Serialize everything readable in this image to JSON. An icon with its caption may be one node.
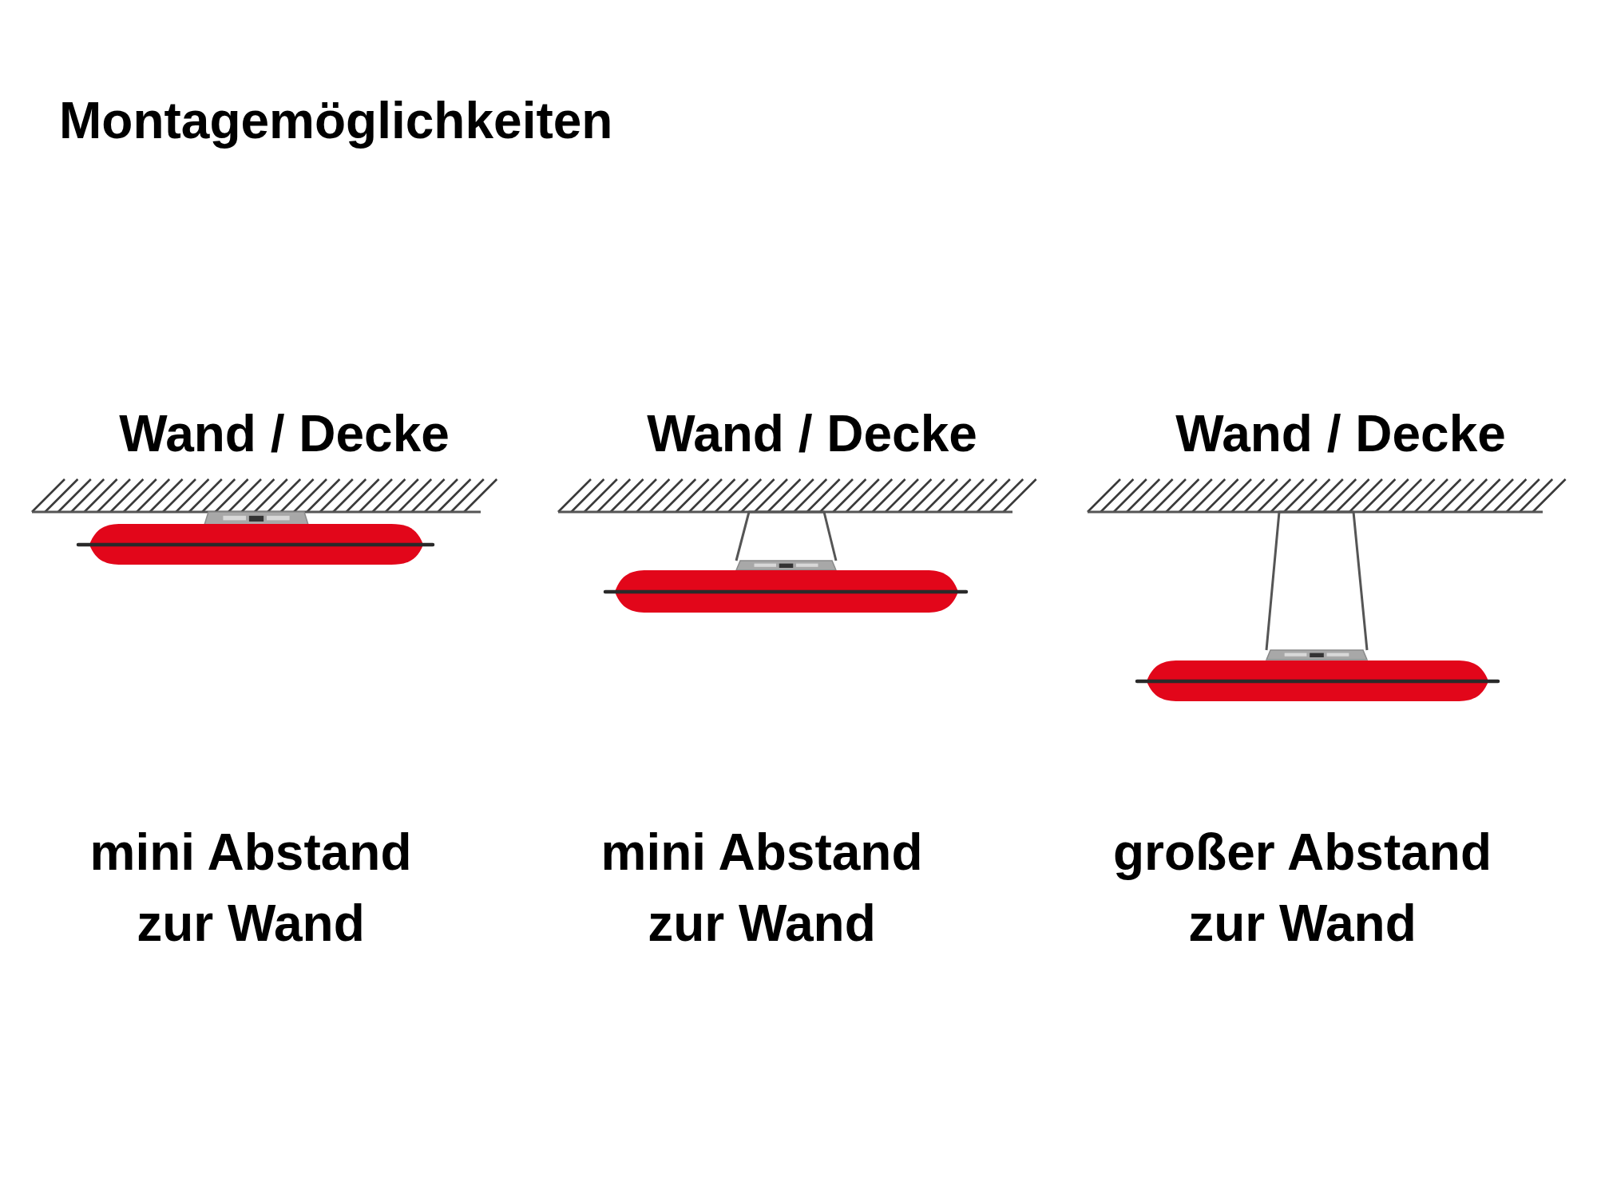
{
  "diagram": {
    "title": "Montagemöglichkeiten",
    "labels": [
      "Wand / Decke",
      "Wand / Decke",
      "Wand / Decke",
      "mini Abstand zur Wand",
      "mini Abstand zur Wand",
      "großer Abstand zur Wand"
    ]
  }
}
